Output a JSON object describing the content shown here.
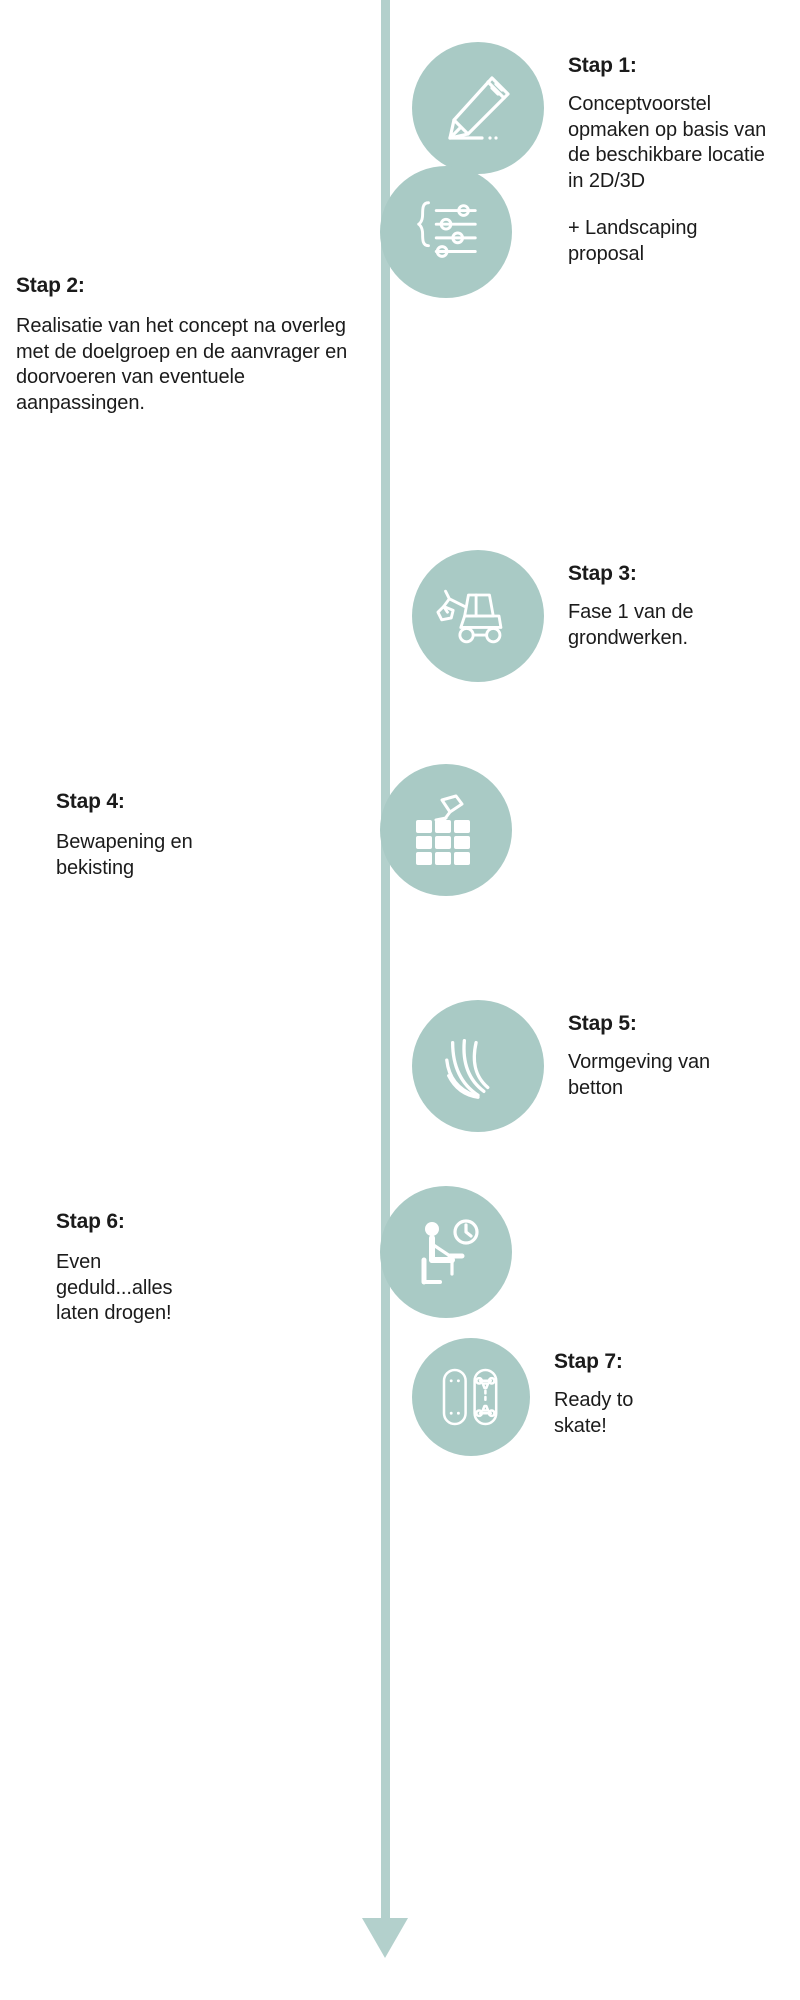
{
  "theme": {
    "accent": "#a9cac5",
    "spine": "#b3d0cc",
    "text": "#1b1b1b",
    "background": "#ffffff"
  },
  "diagram": {
    "type": "vertical-timeline",
    "orientation": "top-to-bottom",
    "step_count": 7,
    "end_marker": "down-arrow"
  },
  "steps": [
    {
      "id": 1,
      "side": "right",
      "icon": "pencil-icon",
      "title": "Stap 1:",
      "body": "Conceptvoorstel opmaken op basis van de beschikbare locatie in 2D/3D",
      "body2": "+ Landscaping proposal"
    },
    {
      "id": 2,
      "side": "left",
      "icon": "circuit-sliders-icon",
      "title": "Stap 2:",
      "body": "Realisatie van het concept na overleg met de doelgroep en de aanvrager en doorvoeren van eventuele aanpassingen."
    },
    {
      "id": 3,
      "side": "right",
      "icon": "excavator-icon",
      "title": "Stap 3:",
      "body": "Fase 1 van de grondwerken."
    },
    {
      "id": 4,
      "side": "left",
      "icon": "bricklaying-icon",
      "title": "Stap 4:",
      "body": "Bewapening en bekisting"
    },
    {
      "id": 5,
      "side": "right",
      "icon": "concrete-smoothing-icon",
      "title": "Stap 5:",
      "body": "Vormgeving van betton"
    },
    {
      "id": 6,
      "side": "left",
      "icon": "waiting-person-clock-icon",
      "title": "Stap 6:",
      "body": "Even geduld...alles laten drogen!"
    },
    {
      "id": 7,
      "side": "right",
      "icon": "skateboard-icon",
      "title": "Stap 7:",
      "body": "Ready to skate!"
    }
  ]
}
